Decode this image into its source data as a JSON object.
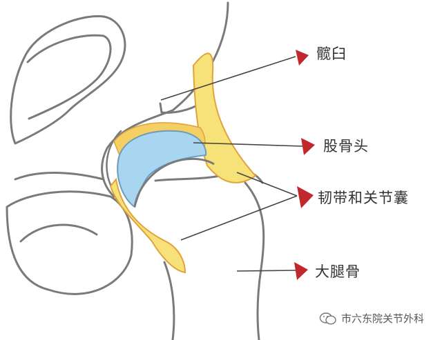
{
  "labels": {
    "acetabulum": "髋臼",
    "femoral_head": "股骨头",
    "ligament_capsule": "韧带和关节囊",
    "femur": "大腿骨"
  },
  "watermark": {
    "text": "市六东院关节外科",
    "icon": "wechat-icon"
  },
  "colors": {
    "outline": "#777777",
    "cartilage_blue": "#a8d6f0",
    "ligament_yellow": "#f7e27a",
    "ligament_orange": "#f0b84a",
    "pointer_red": "#c0282d",
    "leader_line": "#444444"
  }
}
